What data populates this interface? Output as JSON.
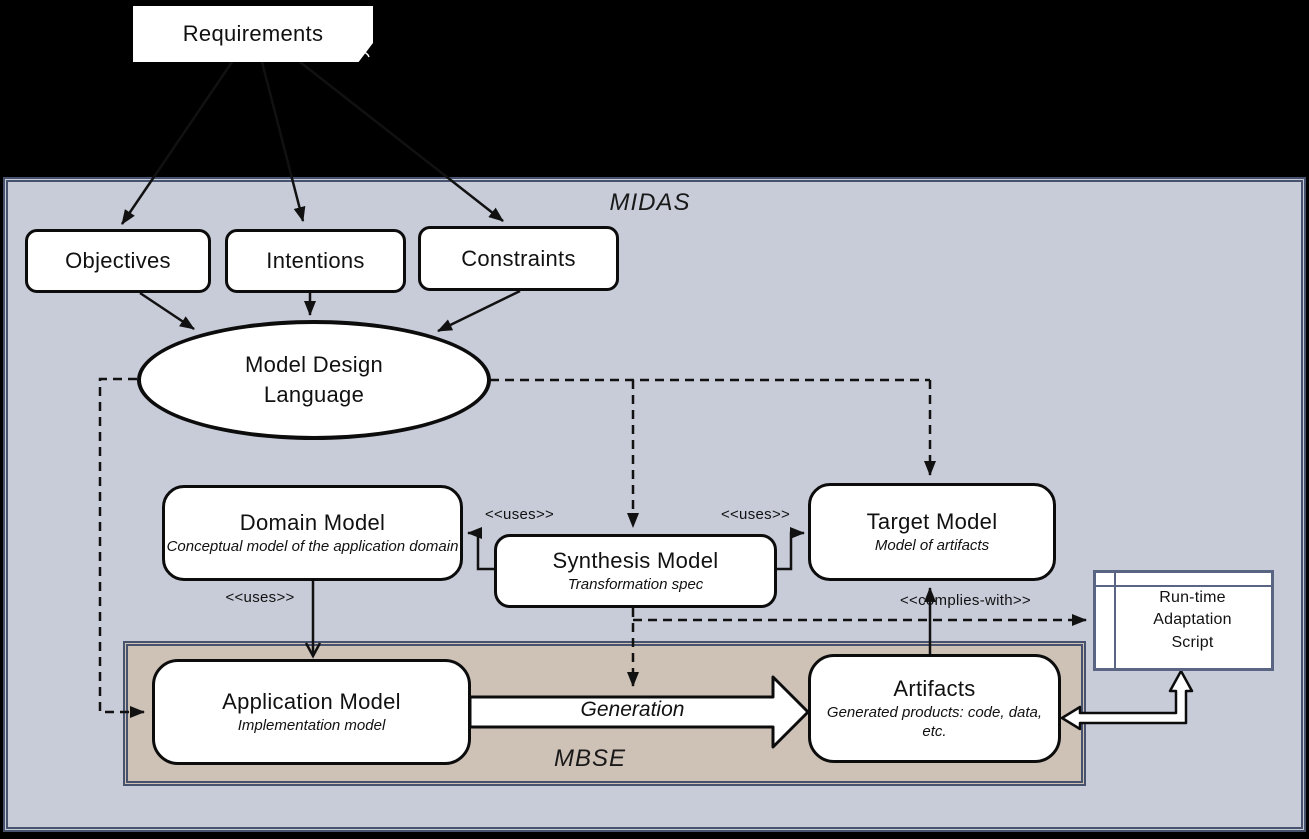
{
  "diagram": {
    "zones": {
      "midas": {
        "label": "MIDAS",
        "fill": "#c8ccd9",
        "border": "#47526e"
      },
      "mbse": {
        "label": "MBSE",
        "fill": "#cec1b6",
        "border": "#47526e"
      }
    },
    "nodes": {
      "requirements": {
        "title": "Requirements",
        "shape": "note-with-folded-corner"
      },
      "objectives": {
        "title": "Objectives"
      },
      "intentions": {
        "title": "Intentions"
      },
      "constraints": {
        "title": "Constraints"
      },
      "model_design_language": {
        "title": "Model Design Language",
        "shape": "ellipse"
      },
      "domain_model": {
        "title": "Domain Model",
        "subtitle": "Conceptual model of the application domain"
      },
      "synthesis_model": {
        "title": "Synthesis Model",
        "subtitle": "Transformation spec"
      },
      "target_model": {
        "title": "Target Model",
        "subtitle": "Model of artifacts"
      },
      "application_model": {
        "title": "Application Model",
        "subtitle": "Implementation model"
      },
      "artifacts": {
        "title": "Artifacts",
        "subtitle": "Generated products: code, data, etc."
      },
      "runtime_script": {
        "title": "Run-time Adaptation Script"
      }
    },
    "edge_labels": {
      "uses_domain": "<<uses>>",
      "uses_left": "<<uses>>",
      "uses_right": "<<uses>>",
      "complies_with": "<<complies-with>>",
      "generation": "Generation"
    },
    "colors": {
      "background": "#000000",
      "node_fill": "#ffffff",
      "node_border": "#0c0c0c",
      "runtime_border": "#5a6584"
    }
  }
}
